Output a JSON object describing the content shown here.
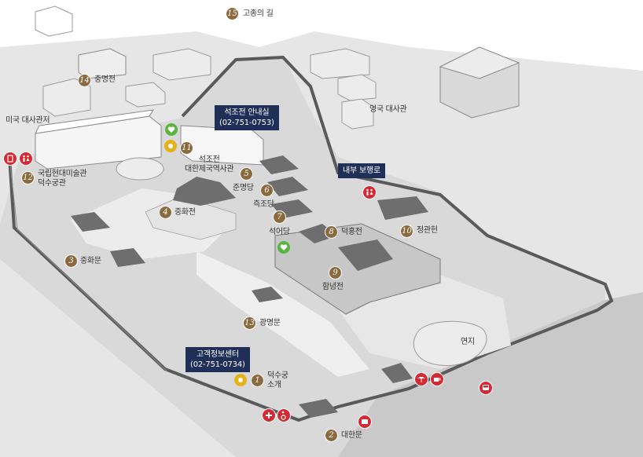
{
  "colors": {
    "ground": "#d6d6d6",
    "palace_ground": "#e3e3e3",
    "wall": "#595959",
    "path": "#f2f2f2",
    "number_badge": "#8a6a3e",
    "info_box": "#1f2f57",
    "facility_pin": "#d42a33",
    "heart_icon": "#5ab540",
    "sun_icon": "#e6b21a"
  },
  "landmarks": [
    {
      "num": "1",
      "name": "덕수궁\n소개"
    },
    {
      "num": "2",
      "name": "대한문"
    },
    {
      "num": "3",
      "name": "중화문"
    },
    {
      "num": "4",
      "name": "중화전"
    },
    {
      "num": "5",
      "name": "준명당"
    },
    {
      "num": "6",
      "name": "즉조당"
    },
    {
      "num": "7",
      "name": "석어당"
    },
    {
      "num": "8",
      "name": "덕홍전"
    },
    {
      "num": "9",
      "name": "함녕전"
    },
    {
      "num": "10",
      "name": "정관헌"
    },
    {
      "num": "11",
      "name": "석조전\n대한제국역사관"
    },
    {
      "num": "12",
      "name": "국립현대미술관\n덕수궁관"
    },
    {
      "num": "13",
      "name": "광명문"
    },
    {
      "num": "14",
      "name": "중명전"
    },
    {
      "num": "15",
      "name": "고종의 길"
    }
  ],
  "outside_labels": {
    "us_ambassador": "미국 대사관저",
    "uk_embassy": "영국 대사관",
    "pond": "연지"
  },
  "info_boxes": {
    "seokjojeon": {
      "title": "석조전 안내실",
      "phone": "(02-751-0753)"
    },
    "visitor_center": {
      "title": "고객정보센터",
      "phone": "(02-751-0734)"
    },
    "inner_path": {
      "title": "내부 보행로"
    }
  },
  "icons": [
    "restroom-icon",
    "first-aid-icon",
    "wheelchair-icon",
    "cafe-icon",
    "bus-icon",
    "locker-icon",
    "ticket-icon",
    "heart-icon",
    "sun-icon"
  ]
}
